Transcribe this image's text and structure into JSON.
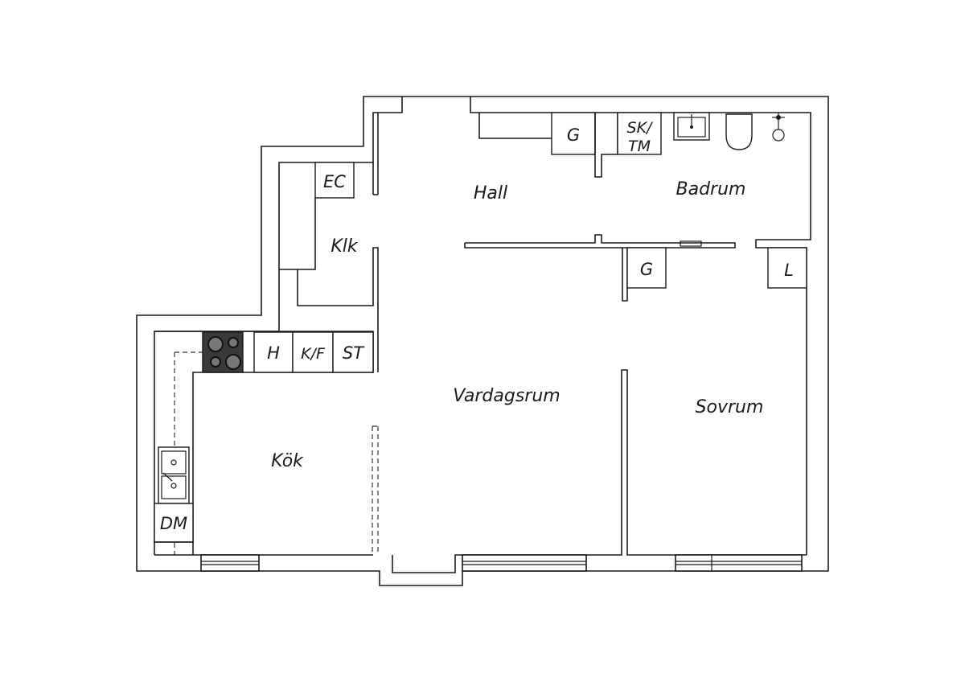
{
  "rooms": {
    "hall": "Hall",
    "badrum": "Badrum",
    "klk": "Klk",
    "vardagsrum": "Vardagsrum",
    "sovrum": "Sovrum",
    "kok": "Kök"
  },
  "fixtures": {
    "ec": "EC",
    "g_hall": "G",
    "sk": "SK/",
    "tm": "TM",
    "g_bedroom": "G",
    "l": "L",
    "h": "H",
    "kf": "K/F",
    "st": "ST",
    "dm": "DM"
  },
  "icons": [
    "stove-icon",
    "sink-icon",
    "toilet-icon",
    "shower-icon",
    "washbasin-icon"
  ]
}
